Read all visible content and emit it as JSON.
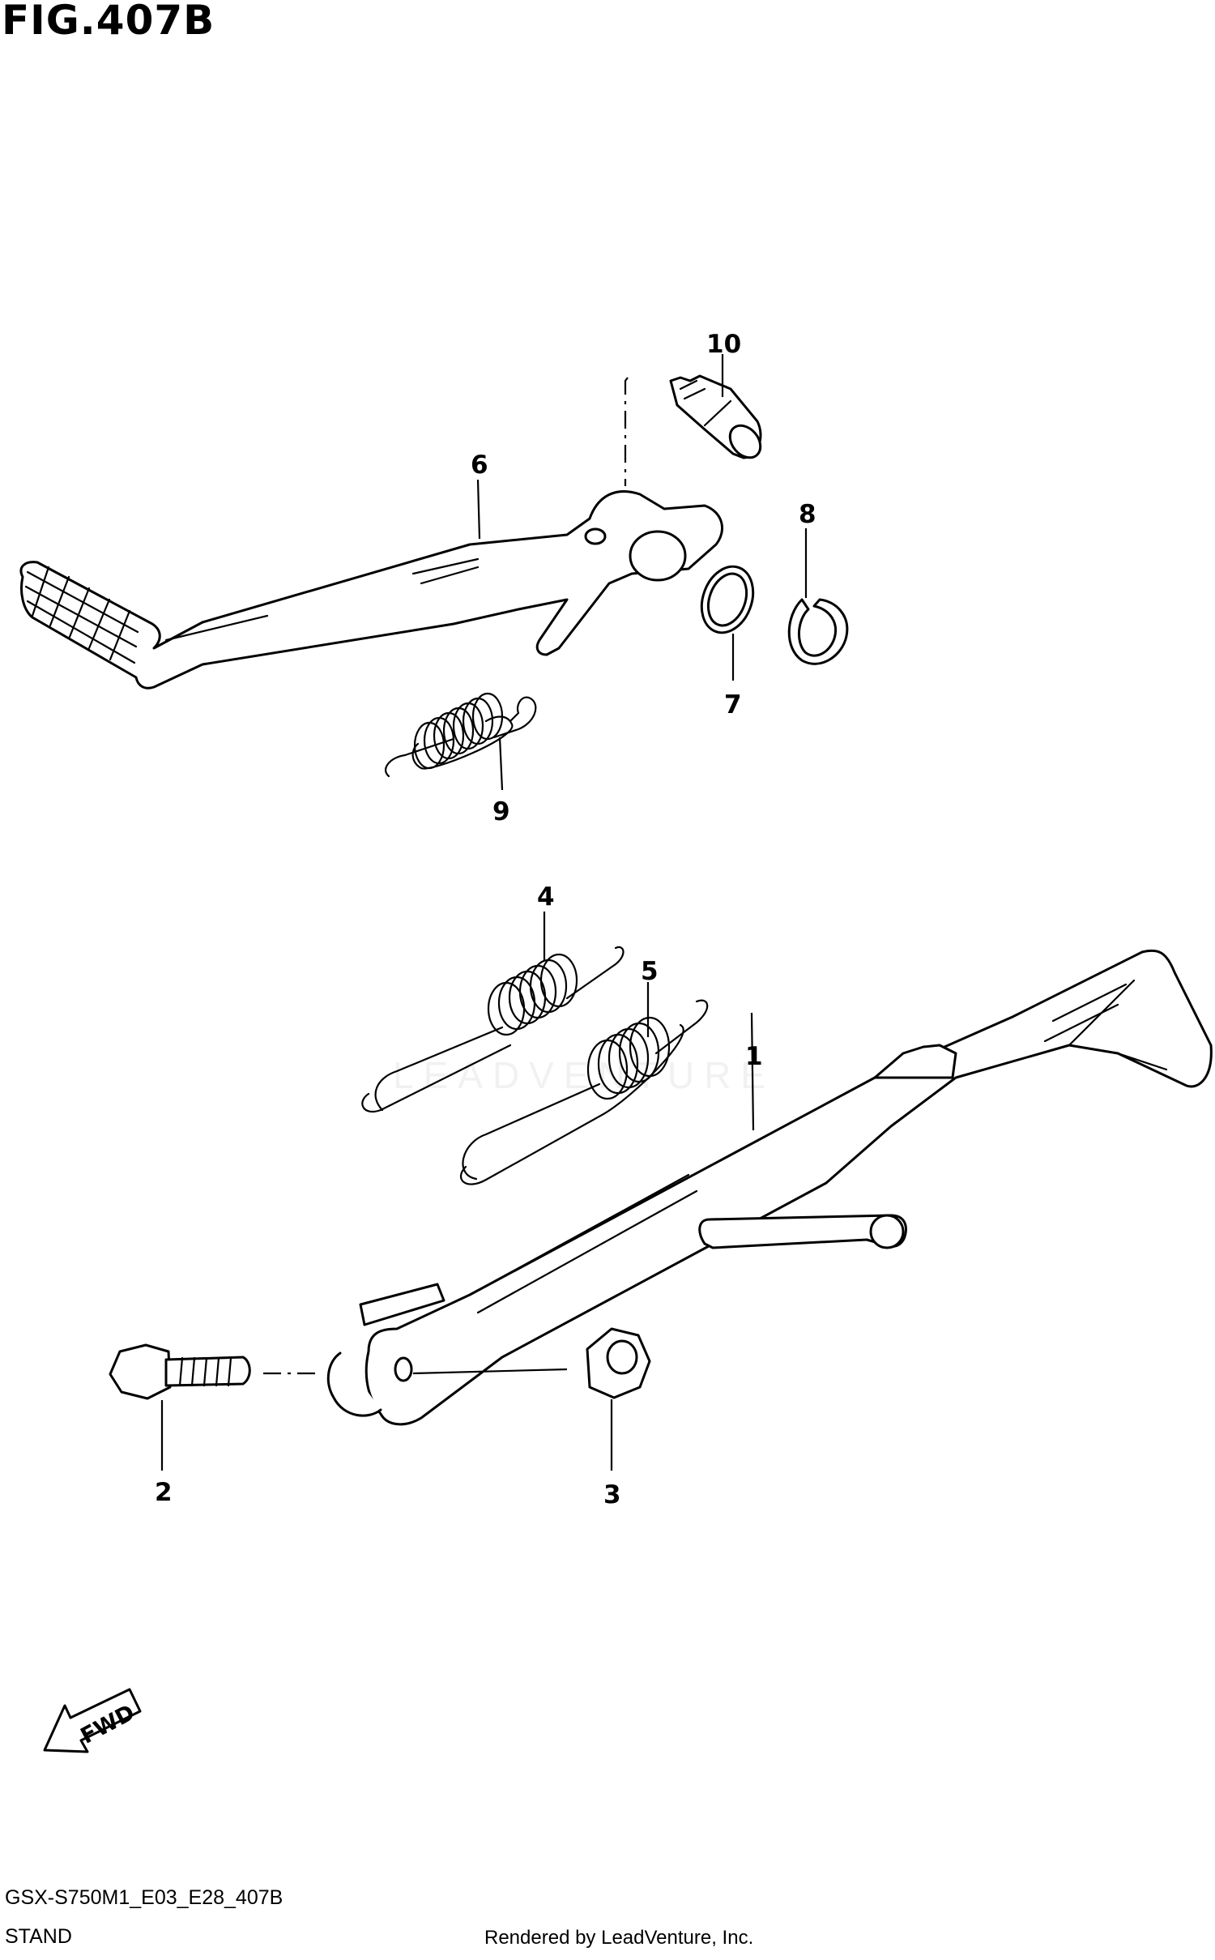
{
  "figure": {
    "title": "FIG.407B",
    "code": "GSX-S750M1_E03_E28_407B",
    "section": "STAND",
    "rendered_by": "Rendered by LeadVenture, Inc.",
    "watermark": "LEADVENTURE"
  },
  "callouts": [
    {
      "id": "c1",
      "label": "1"
    },
    {
      "id": "c2",
      "label": "2"
    },
    {
      "id": "c3",
      "label": "3"
    },
    {
      "id": "c4",
      "label": "4"
    },
    {
      "id": "c5",
      "label": "5"
    },
    {
      "id": "c6",
      "label": "6"
    },
    {
      "id": "c7",
      "label": "7"
    },
    {
      "id": "c8",
      "label": "8"
    },
    {
      "id": "c9",
      "label": "9"
    },
    {
      "id": "c10",
      "label": "10"
    }
  ],
  "fwd_arrow": {
    "label": "FWD"
  }
}
